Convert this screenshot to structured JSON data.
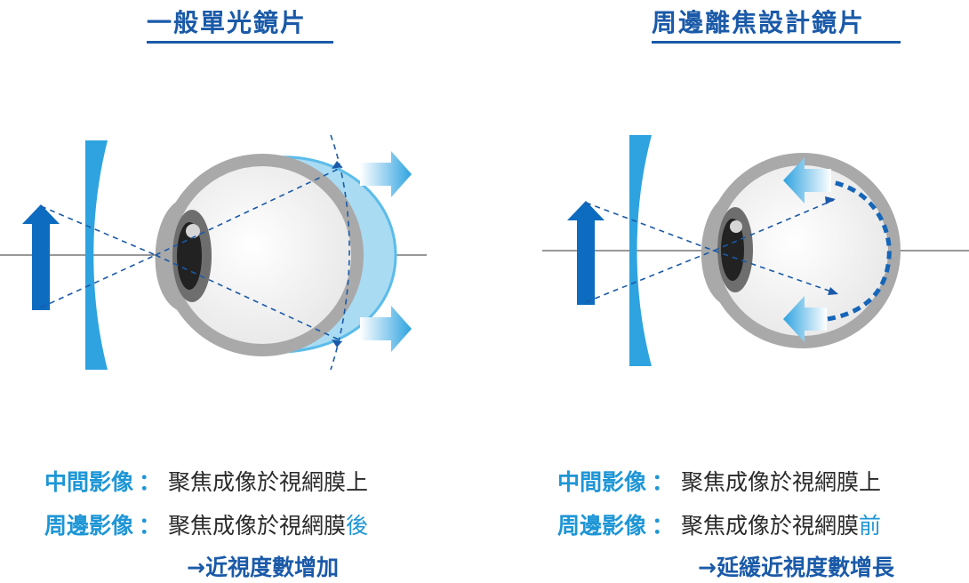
{
  "left": {
    "title": "一般單光鏡片",
    "captions": [
      {
        "key": "中間影像",
        "colon": "：",
        "text": "聚焦成像於視網膜上",
        "accent": ""
      },
      {
        "key": "周邊影像",
        "colon": "：",
        "text": "聚焦成像於視網膜",
        "accent": "後"
      }
    ],
    "result": "→近視度數增加"
  },
  "right": {
    "title": "周邊離焦設計鏡片",
    "captions": [
      {
        "key": "中間影像",
        "colon": "：",
        "text": "聚焦成像於視網膜上",
        "accent": ""
      },
      {
        "key": "周邊影像",
        "colon": "：",
        "text": "聚焦成像於視網膜",
        "accent": "前"
      }
    ],
    "result": "→延緩近視度數增長"
  },
  "colors": {
    "title_blue": "#1a5aa8",
    "accent_blue": "#1e96d6",
    "lens_blue": "#2ea3e0",
    "arrow_blue": "#0d6cbf",
    "eye_gray": "#a9a9a9"
  }
}
